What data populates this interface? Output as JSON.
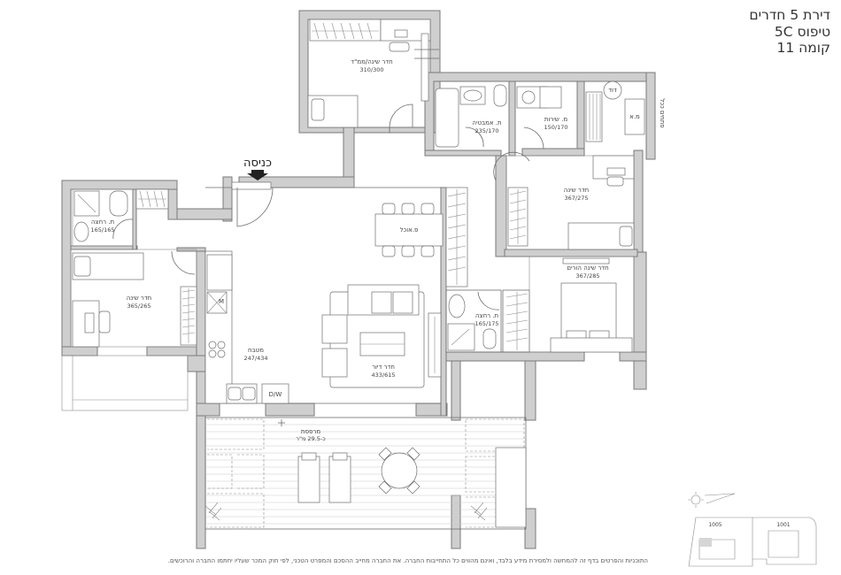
{
  "title_block": {
    "line1": "דירת 5 חדרים",
    "line2": "טיפוס 5C",
    "line3": "קומה 11"
  },
  "entrance": {
    "label": "כניסה"
  },
  "rooms": {
    "bedroom_mamad": {
      "name": "חדר שינה/ממ\"ד",
      "dims": "310/300"
    },
    "master_bath": {
      "name": "ת. אמבטיה",
      "dims": "235/170"
    },
    "service_balcony": {
      "name": "מ. שירות",
      "dims": "150/170"
    },
    "laundry_dryer": {
      "name": "דוד"
    },
    "laundry_washer": {
      "name": "מ.א"
    },
    "bedroom_east": {
      "name": "חדר שינה",
      "dims": "367/275"
    },
    "parents_bedroom": {
      "name": "חדר שינה הורים",
      "dims": "367/285"
    },
    "parents_shower": {
      "name": "ת. רחצה",
      "dims": "165/175"
    },
    "guest_shower": {
      "name": "ת. רחצה",
      "dims": "165/165"
    },
    "bedroom_west": {
      "name": "חדר שינה",
      "dims": "365/265"
    },
    "kitchen": {
      "name": "מטבח",
      "dims": "247/434"
    },
    "dining": {
      "name": "פ.אוכל"
    },
    "living": {
      "name": "חדר דיור",
      "dims": "433/615"
    },
    "balcony": {
      "name": "מרפסת",
      "dims": "כ-29.5 מ\"ר"
    },
    "dishwasher": {
      "name": "D/W"
    },
    "fridge": {
      "name": "M"
    }
  },
  "side_note": {
    "text": "פתחים ככל"
  },
  "key_plan": {
    "building_left": "1005",
    "building_right": "1001"
  },
  "disclaimer": "התוכניות והפרטים בדף זה להמחשה ולמסירת מידע בלבד, ואינם מהווים כל התחייבות החברה. את החברה מחייב ההסכם והמפרט הטכני, לפי חוק המכר שעליו יחתמו החברה והרוכשים.",
  "colors": {
    "wall_fill": "#cfcfcf",
    "wall_stroke": "#7a7a7a",
    "line": "#6e6e6e",
    "text": "#3a3a3a"
  }
}
